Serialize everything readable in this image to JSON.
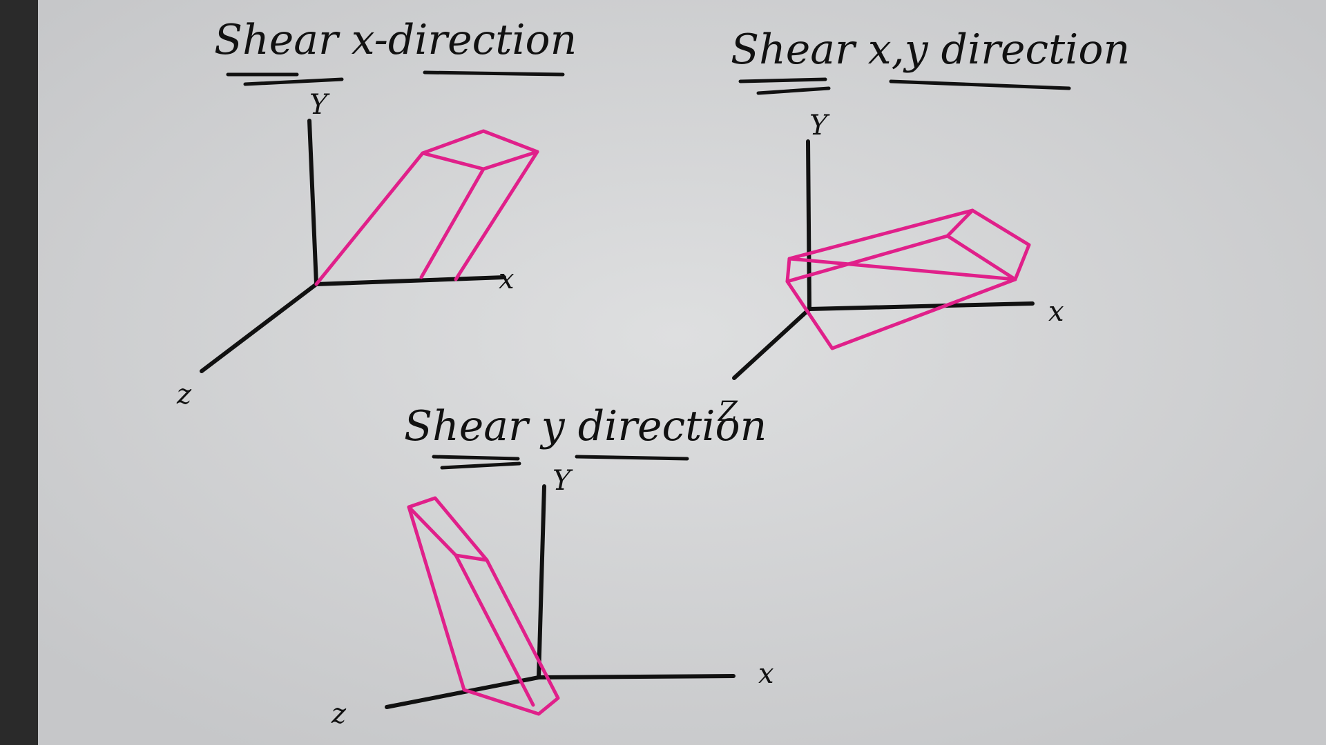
{
  "colors": {
    "paper": "#d9dadb",
    "ink": "#111111",
    "marker": "#e0208a"
  },
  "diagrams": [
    {
      "title": "Shear x-direction",
      "axes": {
        "y": "Y",
        "x": "x",
        "z": "z"
      }
    },
    {
      "title": "Shear x,y direction",
      "axes": {
        "y": "Y",
        "x": "x",
        "z": "Z"
      }
    },
    {
      "title": "Shear y direction",
      "axes": {
        "y": "Y",
        "x": "x",
        "z": "z"
      }
    }
  ]
}
